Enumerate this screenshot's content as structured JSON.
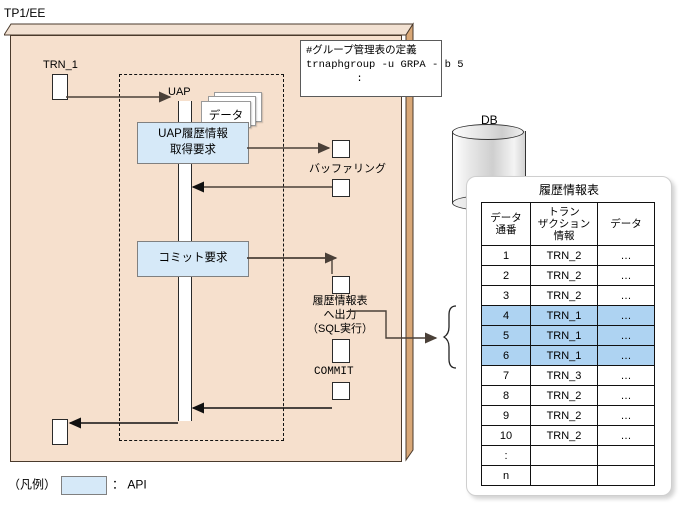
{
  "panel": {
    "label": "TP1/EE"
  },
  "transaction": {
    "label": "TRN_1"
  },
  "uap": {
    "label": "UAP",
    "data_stack_label": "データ"
  },
  "command_note": {
    "line1": "#グループ管理表の定義",
    "line2": "trnaphgroup -u GRPA - b 5",
    "line3": "        :"
  },
  "api_boxes": [
    {
      "name": "uap-history-request",
      "line1": "UAP履歴情報",
      "line2": "取得要求"
    },
    {
      "name": "commit-request",
      "line1": "コミット要求",
      "line2": ""
    }
  ],
  "labels": {
    "buffering": "バッファリング",
    "output_line1": "履歴情報表",
    "output_line2": "へ出力",
    "output_line3": "（SQL実行）",
    "commit": "COMMIT"
  },
  "database": {
    "label": "DB"
  },
  "history_table": {
    "title": "履歴情報表",
    "headers": [
      "データ\n通番",
      "トラン\nザクション\n情報",
      "データ"
    ],
    "header_lines": [
      [
        "データ",
        "通番"
      ],
      [
        "トラン",
        "ザクション",
        "情報"
      ],
      [
        "データ"
      ]
    ],
    "rows": [
      {
        "no": "1",
        "trn": "TRN_2",
        "data": "…",
        "highlight": false
      },
      {
        "no": "2",
        "trn": "TRN_2",
        "data": "…",
        "highlight": false
      },
      {
        "no": "3",
        "trn": "TRN_2",
        "data": "…",
        "highlight": false
      },
      {
        "no": "4",
        "trn": "TRN_1",
        "data": "…",
        "highlight": true
      },
      {
        "no": "5",
        "trn": "TRN_1",
        "data": "…",
        "highlight": true
      },
      {
        "no": "6",
        "trn": "TRN_1",
        "data": "…",
        "highlight": true
      },
      {
        "no": "7",
        "trn": "TRN_3",
        "data": "…",
        "highlight": false
      },
      {
        "no": "8",
        "trn": "TRN_2",
        "data": "…",
        "highlight": false
      },
      {
        "no": "9",
        "trn": "TRN_2",
        "data": "…",
        "highlight": false
      },
      {
        "no": "10",
        "trn": "TRN_2",
        "data": "…",
        "highlight": false
      },
      {
        "no": ":",
        "trn": "",
        "data": "",
        "highlight": false
      },
      {
        "no": "n",
        "trn": "",
        "data": "",
        "highlight": false
      }
    ]
  },
  "legend": {
    "prefix": "（凡例）",
    "suffix": "： API"
  },
  "colors": {
    "panel_face": "#f6e0cd",
    "panel_side": "#d9a878",
    "api_fill": "#d6e9f8",
    "row_highlight": "#aed3f2",
    "line": "#4a4038"
  }
}
